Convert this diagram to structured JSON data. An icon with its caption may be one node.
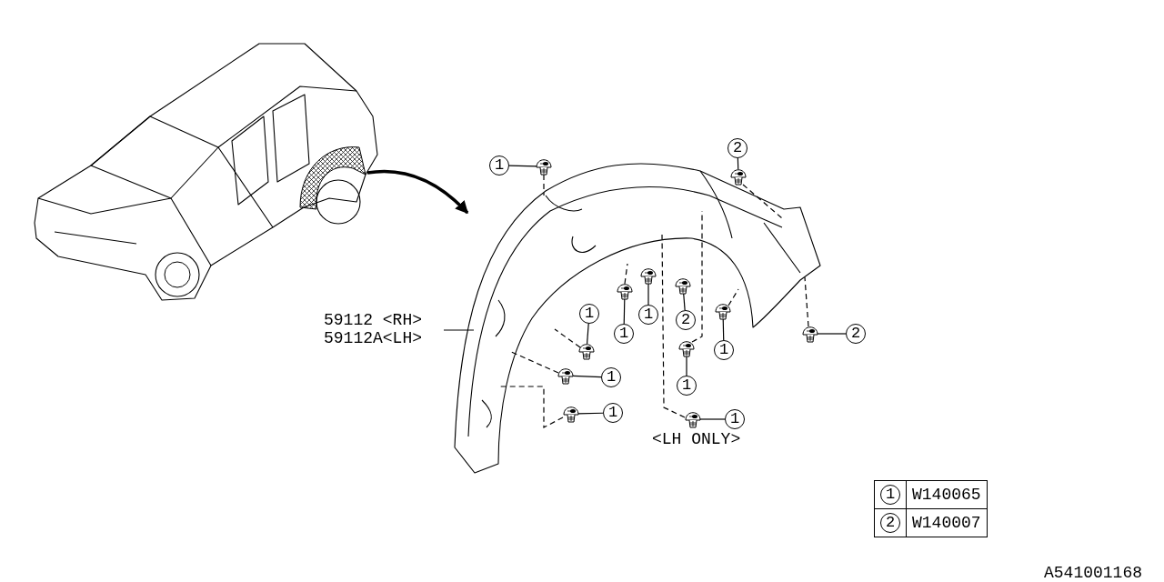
{
  "diagram": {
    "nodes": [
      {
        "text": [],
        "shape": "picture"
      },
      {
        "text": [],
        "shape": "picture"
      },
      {
        "text": [
          "59112 <RH>",
          "59112A<LH>"
        ]
      },
      {
        "text": [
          "2"
        ]
      },
      {
        "text": [
          "1"
        ]
      },
      {
        "text": [
          "1"
        ]
      },
      {
        "text": [
          "1"
        ]
      },
      {
        "text": [
          "2"
        ]
      },
      {
        "text": [
          "1"
        ]
      },
      {
        "text": [
          "2"
        ]
      },
      {
        "text": [
          "1"
        ]
      },
      {
        "text": [
          "1"
        ]
      },
      {
        "text": [
          "1"
        ]
      },
      {
        "text": [
          "1"
        ]
      },
      {
        "text": [
          "1"
        ]
      },
      {
        "text": [],
        "shape": "picture"
      },
      {
        "text": [],
        "shape": "picture"
      },
      {
        "text": [],
        "shape": "picture"
      },
      {
        "text": [],
        "shape": "picture"
      },
      {
        "text": [],
        "shape": "picture"
      },
      {
        "text": [],
        "shape": "picture"
      },
      {
        "text": [],
        "shape": "picture"
      },
      {
        "text": [],
        "shape": "picture"
      },
      {
        "text": [],
        "shape": "picture"
      },
      {
        "text": [],
        "shape": "picture"
      },
      {
        "text": [],
        "shape": "picture"
      },
      {
        "text": [],
        "shape": "picture"
      }
    ],
    "edges": [
      {
        "from": 0,
        "to": 1,
        "arrow": "to",
        "style": "thick"
      },
      {
        "from": 2,
        "to": 1,
        "arrow": "none"
      },
      {
        "from": 3,
        "to": 16,
        "arrow": "none"
      },
      {
        "from": 4,
        "to": 15,
        "arrow": "none"
      },
      {
        "from": 5,
        "to": 23,
        "arrow": "none"
      },
      {
        "from": 6,
        "to": 17,
        "arrow": "none"
      },
      {
        "from": 7,
        "to": 18,
        "arrow": "none"
      },
      {
        "from": 8,
        "to": 19,
        "arrow": "none"
      },
      {
        "from": 9,
        "to": 21,
        "arrow": "none"
      },
      {
        "from": 10,
        "to": 20,
        "arrow": "none"
      },
      {
        "from": 11,
        "to": 24,
        "arrow": "none"
      },
      {
        "from": 12,
        "to": 22,
        "arrow": "none"
      },
      {
        "from": 13,
        "to": 25,
        "arrow": "none"
      },
      {
        "from": 14,
        "to": 26,
        "arrow": "none"
      },
      {
        "from": 15,
        "to": 1,
        "arrow": "none",
        "style": "dashed"
      },
      {
        "from": 16,
        "to": 1,
        "arrow": "none",
        "style": "dashed"
      },
      {
        "from": 19,
        "to": 1,
        "arrow": "none",
        "style": "dashed"
      },
      {
        "from": 20,
        "to": 1,
        "arrow": "none",
        "style": "dashed"
      },
      {
        "from": 21,
        "to": 1,
        "arrow": "none",
        "style": "dashed"
      },
      {
        "from": 22,
        "to": 1,
        "arrow": "none",
        "style": "dashed"
      },
      {
        "from": 23,
        "to": 1,
        "arrow": "none",
        "style": "dashed"
      },
      {
        "from": 24,
        "to": 1,
        "arrow": "none",
        "style": "dashed"
      },
      {
        "from": 25,
        "to": 1,
        "arrow": "none",
        "style": "dashed"
      },
      {
        "from": 26,
        "to": 1,
        "arrow": "none",
        "style": "dashed"
      }
    ],
    "labels": [
      "<LH ONLY>",
      "1",
      "W140065",
      "2",
      "W140007",
      "A541001168"
    ]
  }
}
